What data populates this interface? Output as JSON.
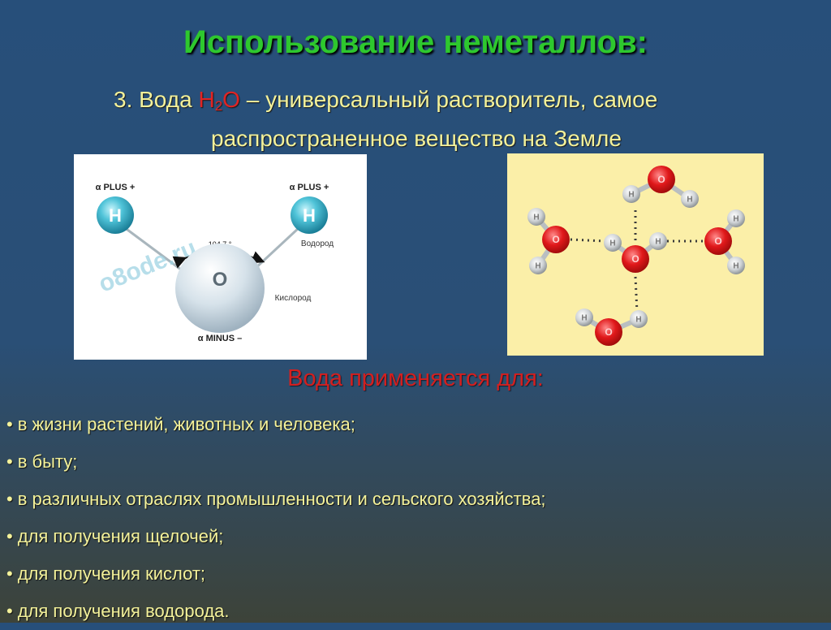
{
  "slide": {
    "title": "Использование неметаллов:",
    "subtitle": {
      "number": "3. Вода ",
      "formula_main": "H",
      "formula_sub": "2",
      "formula_end": "O",
      "line1_rest": " – универсальный растворитель, самое",
      "line2": "распространенное вещество на Земле"
    },
    "molecule_diagram": {
      "h_left_charge": "α PLUS +",
      "h_right_charge": "α PLUS +",
      "h_symbol": "H",
      "o_symbol": "O",
      "angle": "104,7 °",
      "hydrogen_label": "Водород",
      "oxygen_label": "Кислород",
      "o_charge": "α MINUS –",
      "watermark": "o8ode.ru"
    },
    "network_diagram": {
      "h_symbol": "H",
      "o_symbol": "O"
    },
    "usage": {
      "heading": "Вода применяется для:",
      "items": [
        "в жизни растений, животных и человека;",
        "в быту;",
        "в различных отраслях промышленности и сельского хозяйства;",
        "для получения щелочей;",
        "для получения кислот;",
        "для получения водорода."
      ]
    }
  }
}
